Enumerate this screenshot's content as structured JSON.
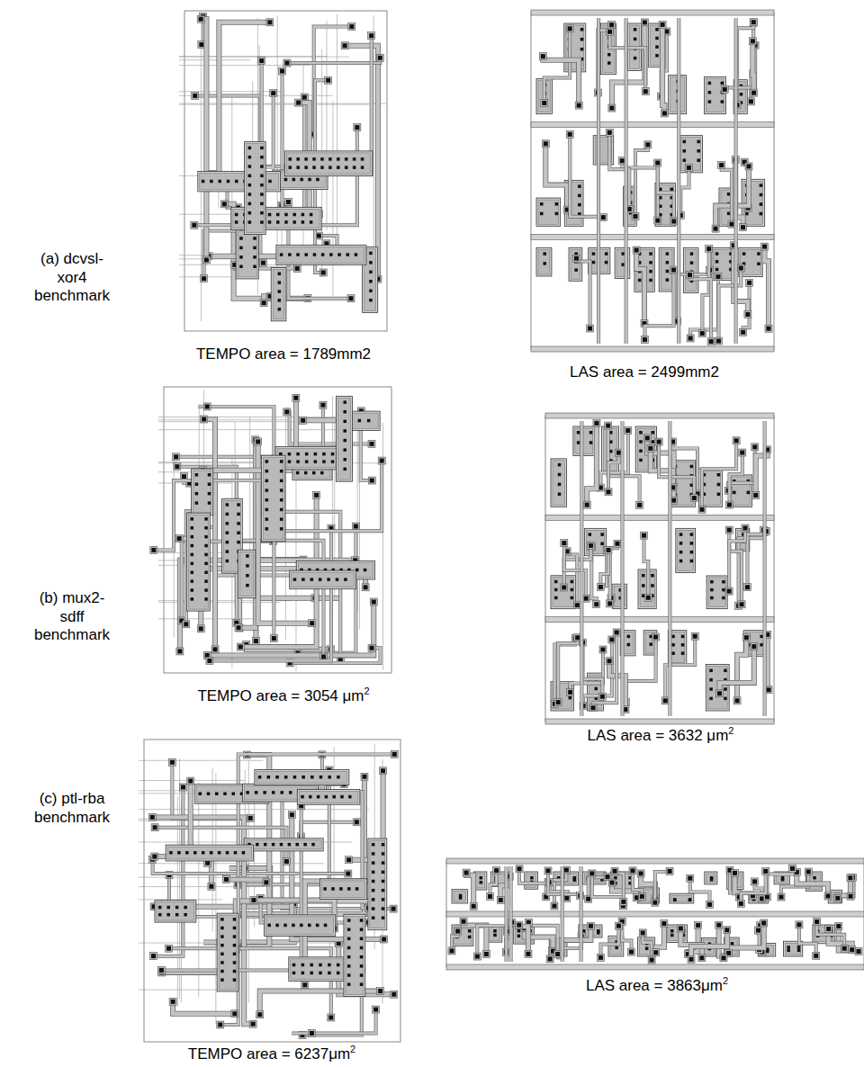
{
  "diagram": {
    "labels": [
      "(a) dcvsl-xor4 benchmark",
      "TEMPO area = 1789mm2",
      "LAS area = 2499mm2",
      "(b) mux2-sdff benchmark",
      "TEMPO area = 3054 μm",
      "2",
      "LAS area = 3632 μm",
      "2",
      "(c) ptl-rba benchmark",
      "LAS area = 3863μm",
      "2",
      "TEMPO area = 6237μm",
      "2"
    ]
  }
}
